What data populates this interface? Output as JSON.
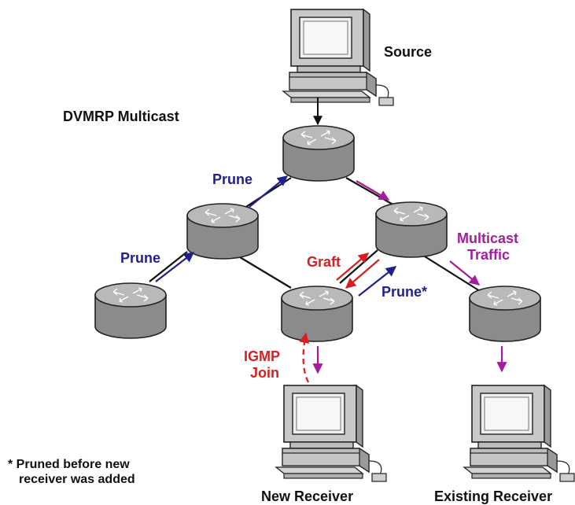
{
  "title": "DVMRP Multicast",
  "labels": {
    "source": "Source",
    "prune_top": "Prune",
    "prune_left": "Prune",
    "graft": "Graft",
    "prune_star": "Prune*",
    "multicast_traffic_line1": "Multicast",
    "multicast_traffic_line2": "Traffic",
    "igmp_line1": "IGMP",
    "igmp_line2": "Join",
    "new_receiver": "New Receiver",
    "existing_receiver": "Existing Receiver",
    "footnote_line1": "* Pruned before new",
    "footnote_line2": "receiver was added"
  },
  "colors": {
    "prune": "#1f1f8f",
    "graft": "#d81e1e",
    "igmp": "#d81e1e",
    "traffic": "#a31d9c",
    "link": "#111111",
    "router_top": "#b9b9b9",
    "router_body": "#8b8b8b",
    "computer": "#c8c8c8"
  },
  "icons": {
    "router": "router-icon",
    "computer": "computer-icon"
  }
}
